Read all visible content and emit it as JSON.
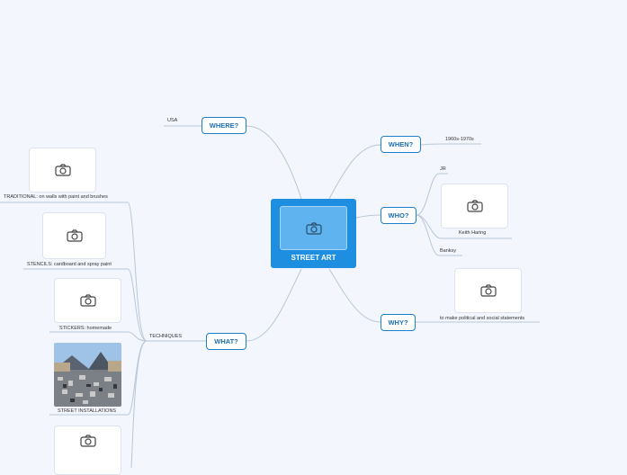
{
  "central": {
    "title": "STREET ART",
    "image_icon": "camera-icon"
  },
  "branches": {
    "where": {
      "label": "WHERE?",
      "items": [
        "USA"
      ]
    },
    "when": {
      "label": "WHEN?",
      "items": [
        "1960s-1970s"
      ]
    },
    "who": {
      "label": "WHO?",
      "items": [
        "JR",
        "Keith Haring",
        "Banksy"
      ]
    },
    "why": {
      "label": "WHY?",
      "items": [
        "to make political and social statements"
      ]
    },
    "what": {
      "label": "WHAT?",
      "subtopic": "TECHNIQUES",
      "items": [
        "TRADITIONAL: on walls with paint and brushes",
        "STENCILS: cardboard and spray paint",
        "STICKERS: homemade",
        "STREET INSTALLATIONS"
      ]
    }
  },
  "colors": {
    "accent": "#1e8fe0",
    "node_border": "#1d7fc8",
    "connector": "#b9c6d6",
    "background": "#f3f7fd"
  }
}
